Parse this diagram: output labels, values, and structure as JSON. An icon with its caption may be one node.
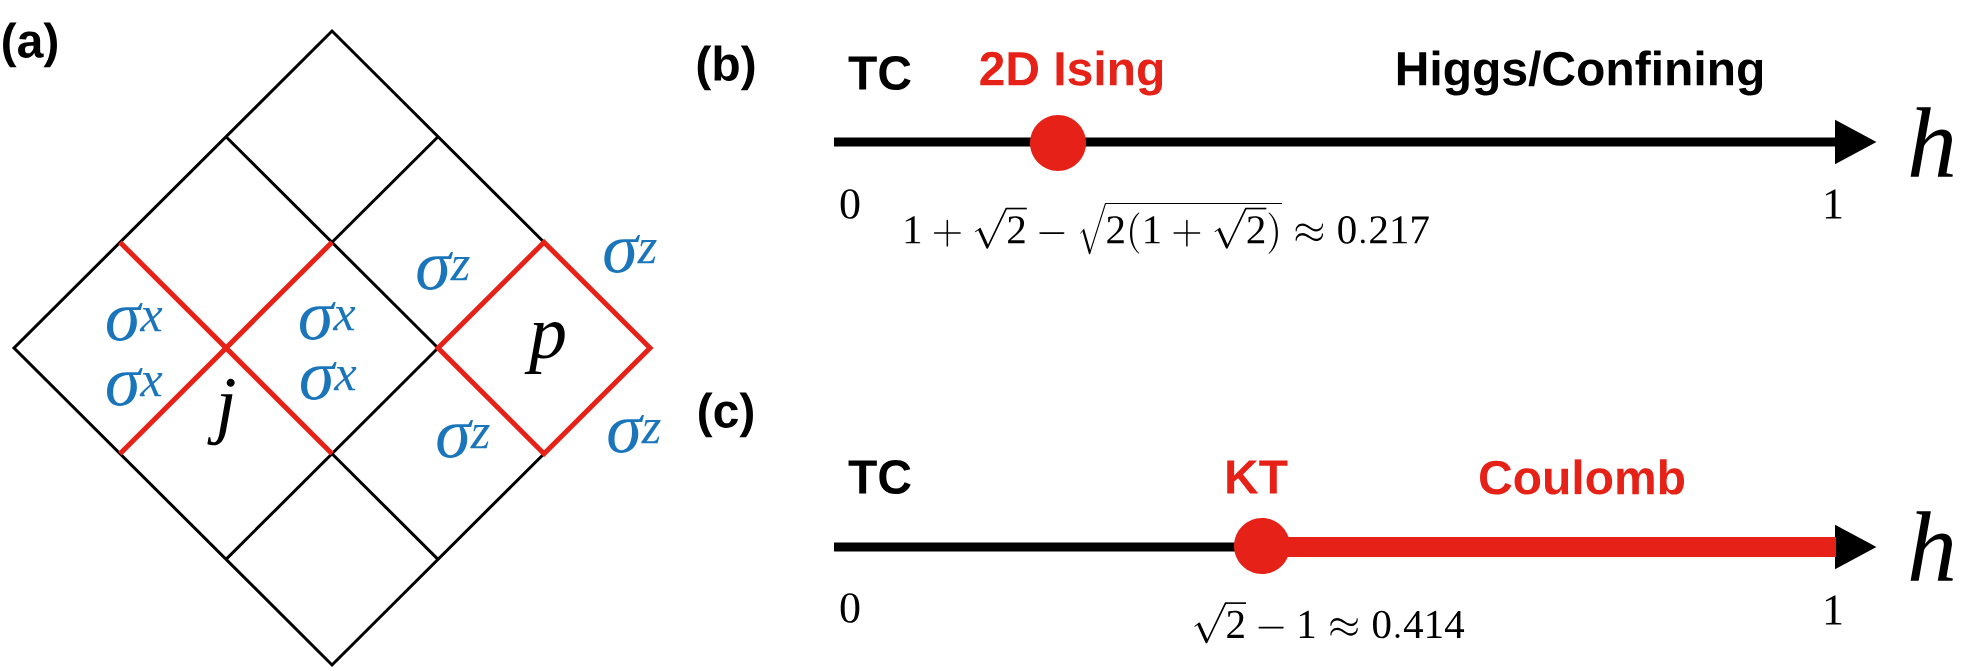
{
  "diagram": {
    "labels": [
      "(a)",
      "σ$^{x}$",
      "σ$^{x}$",
      "j",
      "σ$^{x}$",
      "σ$^{x}$",
      "σ$^{z}$",
      "σ$^{z}$",
      "p",
      "σ$^{z}$",
      "σ$^{z}$",
      "(b)",
      "TC",
      "2D Ising",
      "Higgs/Confining",
      "h",
      "0",
      "1",
      "1+\\sqrt{2}-\\sqrt{2(1+\\sqrt{2})}\\approx 0.217",
      "(c)",
      "TC",
      "KT",
      "Coulomb",
      "h",
      "0",
      "1",
      "\\sqrt{2}-1\\approx 0.414"
    ]
  }
}
